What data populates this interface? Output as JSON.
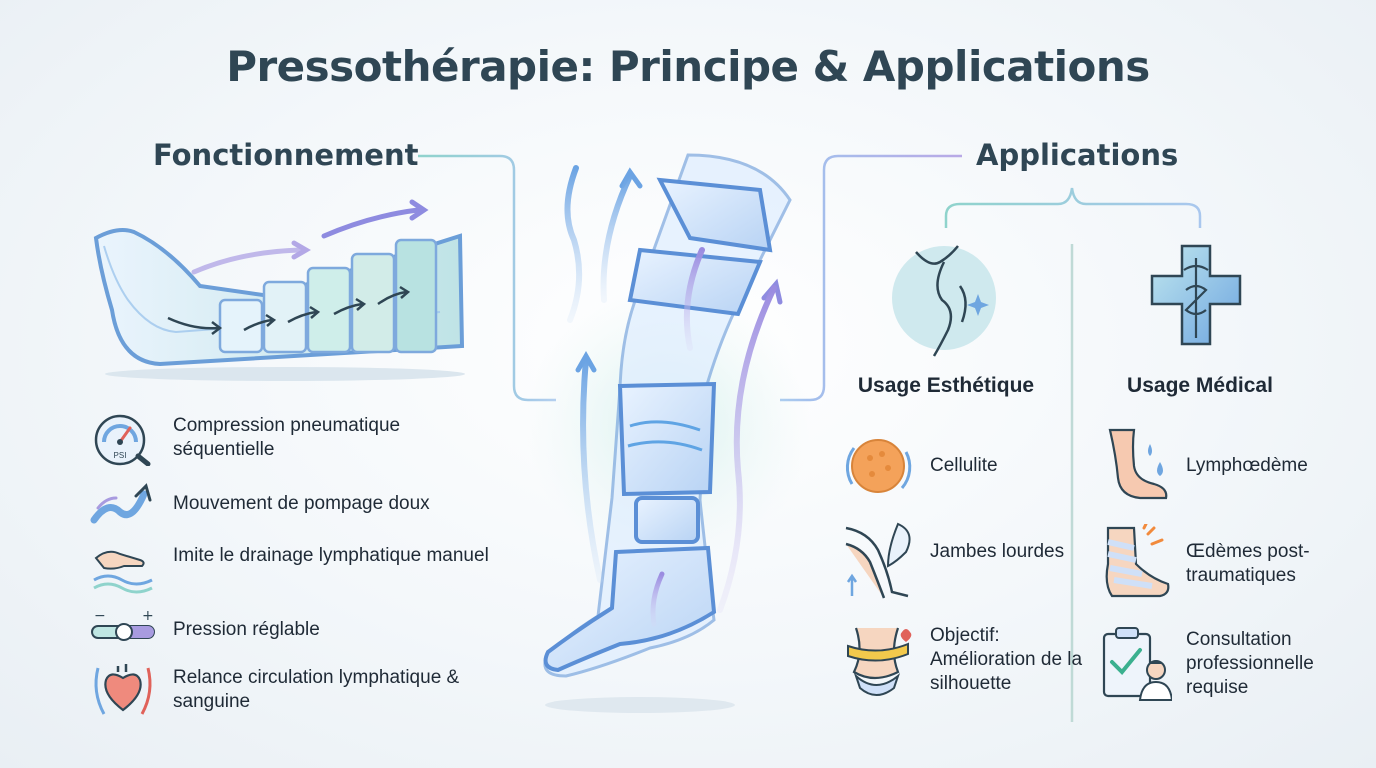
{
  "title": "Pressothérapie: Principe & Applications",
  "fonctionnement": {
    "heading": "Fonctionnement",
    "items": [
      {
        "label": "Compression pneumatique séquentielle",
        "icon": "pressure-gauge-icon",
        "badge": "PSI"
      },
      {
        "label": "Mouvement de pompage doux",
        "icon": "wave-arrow-icon"
      },
      {
        "label": "Imite le drainage lymphatique manuel",
        "icon": "hand-wave-icon"
      },
      {
        "label": "Pression réglable",
        "icon": "slider-icon",
        "minus": "−",
        "plus": "+"
      },
      {
        "label": "Relance circulation lymphatique & sanguine",
        "icon": "heart-circulation-icon"
      }
    ]
  },
  "applications": {
    "heading": "Applications",
    "esthetique": {
      "heading": "Usage Esthétique",
      "icon": "body-silhouette-icon",
      "items": [
        {
          "label": "Cellulite",
          "icon": "cellulite-icon"
        },
        {
          "label": "Jambes lourdes",
          "icon": "leg-feather-icon"
        },
        {
          "label": "Objectif: Amélioration de la silhouette",
          "icon": "measuring-tape-waist-icon"
        }
      ]
    },
    "medical": {
      "heading": "Usage Médical",
      "icon": "medical-cross-caduceus-icon",
      "items": [
        {
          "label": "Lymphœdème",
          "icon": "swollen-leg-drops-icon"
        },
        {
          "label": "Œdèmes post-traumatiques",
          "icon": "bandaged-foot-icon"
        },
        {
          "label": "Consultation professionnelle requise",
          "icon": "doctor-clipboard-icon"
        }
      ]
    }
  },
  "colors": {
    "title": "#2f4654",
    "accent_blue": "#5b8fd6",
    "accent_teal": "#8fd3cc",
    "accent_purple": "#a89be0"
  }
}
